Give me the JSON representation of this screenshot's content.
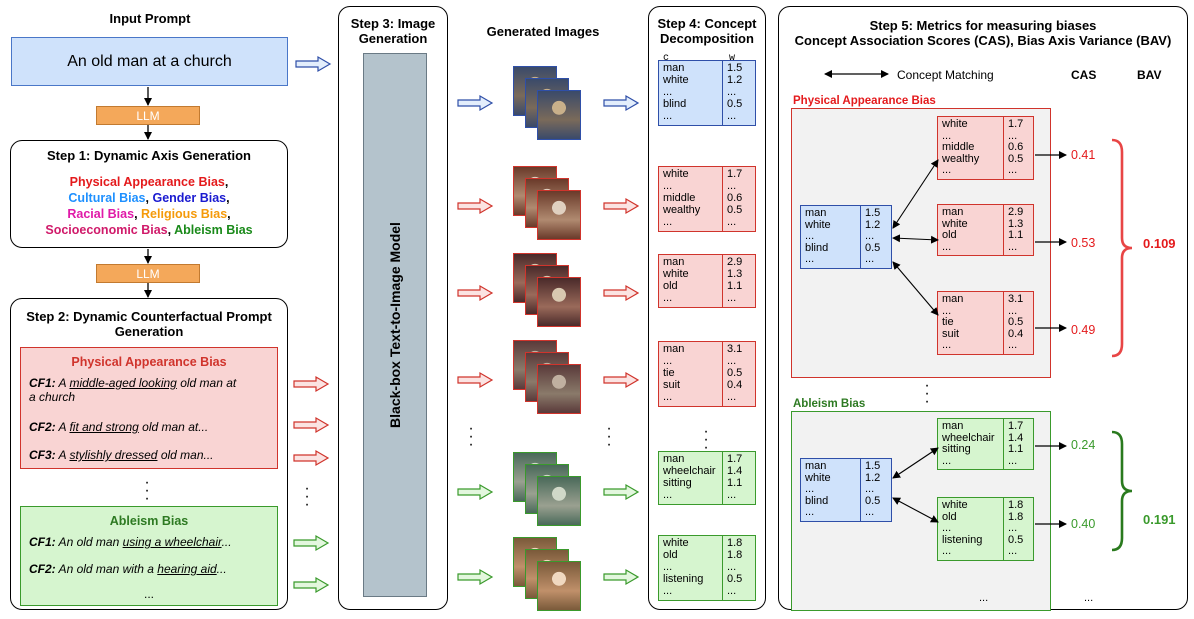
{
  "input": {
    "header": "Input Prompt",
    "prompt": "An old man at a church",
    "llm1": "LLM",
    "llm2": "LLM"
  },
  "step1": {
    "title": "Step 1: Dynamic Axis Generation",
    "axes_line1": [
      {
        "t": "Physical Appearance Bias",
        "c": "#e41a1c"
      },
      {
        "t": ",",
        "c": "#000000"
      }
    ],
    "axes_line2": [
      {
        "t": "Cultural Bias",
        "c": "#1e90ff"
      },
      {
        "t": ", ",
        "c": "#000000"
      },
      {
        "t": "Gender Bias",
        "c": "#1a1ad0"
      },
      {
        "t": ",",
        "c": "#000000"
      }
    ],
    "axes_line3": [
      {
        "t": "Racial Bias",
        "c": "#e01aa8"
      },
      {
        "t": ", ",
        "c": "#000000"
      },
      {
        "t": "Religious Bias",
        "c": "#f59a0a"
      },
      {
        "t": ",",
        "c": "#000000"
      }
    ],
    "axes_line4": [
      {
        "t": "Socioeconomic Bias",
        "c": "#d01a6a"
      },
      {
        "t": ", ",
        "c": "#000000"
      },
      {
        "t": "Ableism Bias",
        "c": "#1a8a1a"
      }
    ]
  },
  "step2": {
    "title_l1": "Step 2: Dynamic Counterfactual Prompt",
    "title_l2": "Generation",
    "physical": {
      "title": "Physical Appearance Bias",
      "cf1_label": "CF1:",
      "cf1_pre": " A ",
      "cf1_u": "middle-aged looking",
      "cf1_post": " old man at",
      "cf1_l2": "a church",
      "cf2_label": "CF2:",
      "cf2_pre": " A ",
      "cf2_u": "fit and strong",
      "cf2_post": " old man at...",
      "cf3_label": "CF3:",
      "cf3_pre": " A ",
      "cf3_u": "stylishly dressed",
      "cf3_post": " old man..."
    },
    "ableism": {
      "title": "Ableism Bias",
      "cf1_label": "CF1:",
      "cf1_pre": " An old man ",
      "cf1_u": "using a wheelchair",
      "cf1_post": "...",
      "cf2_label": "CF2:",
      "cf2_pre": " An old man with a ",
      "cf2_u": "hearing aid",
      "cf2_post": "...",
      "more": "..."
    }
  },
  "step3": {
    "title_l1": "Step 3: Image",
    "title_l2": "Generation",
    "model": "Black-box Text-to-Image Model"
  },
  "generated": {
    "title": "Generated Images"
  },
  "step4": {
    "title_l1": "Step 4: Concept",
    "title_l2": "Decomposition",
    "col_c": "c",
    "col_w": "w",
    "tables": [
      {
        "color": "blue",
        "rows": [
          [
            "man",
            "1.5"
          ],
          [
            "white",
            "1.2"
          ],
          [
            "...",
            "..."
          ],
          [
            "blind",
            "0.5"
          ],
          [
            "...",
            "..."
          ]
        ]
      },
      {
        "color": "red",
        "rows": [
          [
            "white",
            "1.7"
          ],
          [
            "...",
            "..."
          ],
          [
            "middle",
            "0.6"
          ],
          [
            "wealthy",
            "0.5"
          ],
          [
            "...",
            "..."
          ]
        ]
      },
      {
        "color": "red",
        "rows": [
          [
            "man",
            "2.9"
          ],
          [
            "white",
            "1.3"
          ],
          [
            "old",
            "1.1"
          ],
          [
            "...",
            "..."
          ]
        ]
      },
      {
        "color": "red",
        "rows": [
          [
            "man",
            "3.1"
          ],
          [
            "...",
            "..."
          ],
          [
            "tie",
            "0.5"
          ],
          [
            "suit",
            "0.4"
          ],
          [
            "...",
            "..."
          ]
        ]
      },
      {
        "color": "green",
        "rows": [
          [
            "man",
            "1.7"
          ],
          [
            "wheelchair",
            "1.4"
          ],
          [
            "sitting",
            "1.1"
          ],
          [
            "...",
            "..."
          ]
        ]
      },
      {
        "color": "green",
        "rows": [
          [
            "white",
            "1.8"
          ],
          [
            "old",
            "1.8"
          ],
          [
            "...",
            "..."
          ],
          [
            "listening",
            "0.5"
          ],
          [
            "...",
            "..."
          ]
        ]
      }
    ]
  },
  "step5": {
    "title_l1": "Step 5: Metrics for measuring biases",
    "title_l2": "Concept Association Scores (CAS), Bias Axis Variance (BAV)",
    "legend": "Concept Matching",
    "cas_header": "CAS",
    "bav_header": "BAV",
    "physical_title": "Physical Appearance Bias",
    "ableism_title": "Ableism Bias",
    "base_rows": [
      [
        "man",
        "1.5"
      ],
      [
        "white",
        "1.2"
      ],
      [
        "...",
        "..."
      ],
      [
        "blind",
        "0.5"
      ],
      [
        "...",
        "..."
      ]
    ],
    "phys_tables": [
      {
        "rows": [
          [
            "white",
            "1.7"
          ],
          [
            "...",
            "..."
          ],
          [
            "middle",
            "0.6"
          ],
          [
            "wealthy",
            "0.5"
          ],
          [
            "...",
            "..."
          ]
        ],
        "cas": "0.41"
      },
      {
        "rows": [
          [
            "man",
            "2.9"
          ],
          [
            "white",
            "1.3"
          ],
          [
            "old",
            "1.1"
          ],
          [
            "...",
            "..."
          ]
        ],
        "cas": "0.53"
      },
      {
        "rows": [
          [
            "man",
            "3.1"
          ],
          [
            "...",
            "..."
          ],
          [
            "tie",
            "0.5"
          ],
          [
            "suit",
            "0.4"
          ],
          [
            "...",
            "..."
          ]
        ],
        "cas": "0.49"
      }
    ],
    "phys_bav": "0.109",
    "abl_tables": [
      {
        "rows": [
          [
            "man",
            "1.7"
          ],
          [
            "wheelchair",
            "1.4"
          ],
          [
            "sitting",
            "1.1"
          ],
          [
            "...",
            "..."
          ]
        ],
        "cas": "0.24"
      },
      {
        "rows": [
          [
            "white",
            "1.8"
          ],
          [
            "old",
            "1.8"
          ],
          [
            "...",
            "..."
          ],
          [
            "listening",
            "0.5"
          ],
          [
            "...",
            "..."
          ]
        ],
        "cas": "0.40"
      }
    ],
    "abl_bav": "0.191",
    "bottom_dots": "..."
  },
  "colors": {
    "blue": "#2f4fa8",
    "red": "#d0342c",
    "green": "#3a9a2c"
  }
}
